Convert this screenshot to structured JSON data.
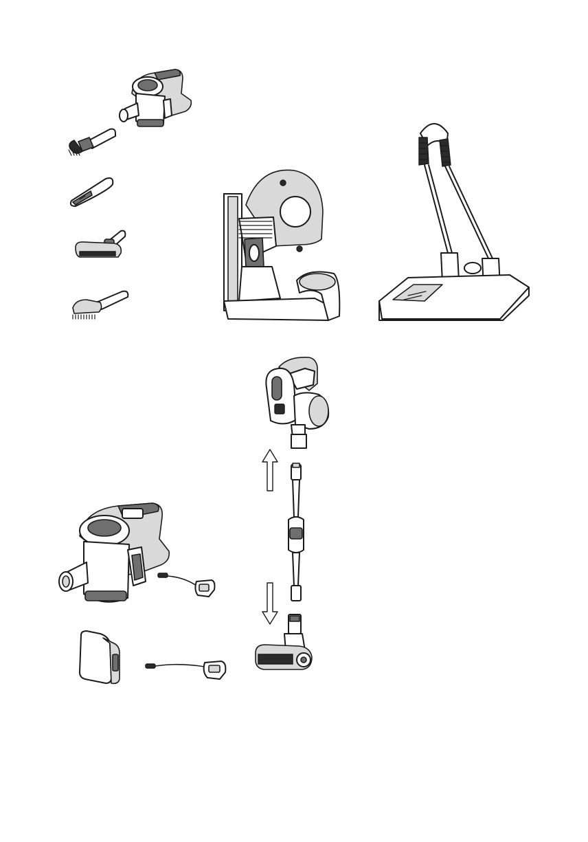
{
  "figures": [
    {
      "id": "handheld-unit-small",
      "icon": "handheld-vacuum-icon"
    },
    {
      "id": "dusting-brush",
      "icon": "dusting-brush-icon"
    },
    {
      "id": "crevice-tool",
      "icon": "crevice-tool-icon"
    },
    {
      "id": "mini-motorised-brush",
      "icon": "mini-motor-brush-icon"
    },
    {
      "id": "bent-brush",
      "icon": "bent-brush-icon"
    },
    {
      "id": "wall-mount-bracket",
      "icon": "wall-bracket-icon"
    },
    {
      "id": "floor-stand",
      "icon": "floor-stand-icon"
    },
    {
      "id": "main-unit-top",
      "icon": "main-unit-icon"
    },
    {
      "id": "extension-tube",
      "icon": "extension-tube-icon"
    },
    {
      "id": "floor-head",
      "icon": "floor-head-icon"
    },
    {
      "id": "arrow-up",
      "icon": "arrow-up-icon"
    },
    {
      "id": "arrow-down",
      "icon": "arrow-down-icon"
    },
    {
      "id": "handheld-unit-large",
      "icon": "handheld-vacuum-icon"
    },
    {
      "id": "charger-cable-1",
      "icon": "charger-icon"
    },
    {
      "id": "battery-pack",
      "icon": "battery-icon"
    },
    {
      "id": "charger-cable-2",
      "icon": "charger-icon"
    }
  ]
}
